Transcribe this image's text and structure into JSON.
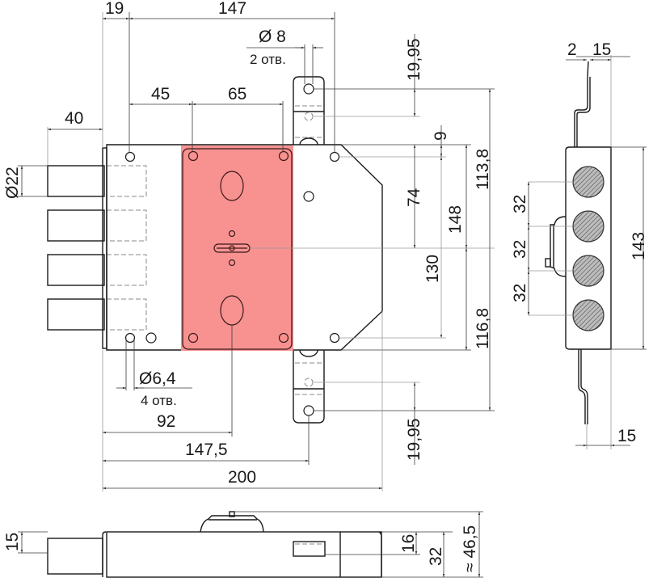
{
  "drawing": {
    "subject": "mortise-lock-dimension-drawing",
    "highlight_color": "#F79290",
    "line_color": "#1a1a1a"
  },
  "front_view": {
    "dimensions": {
      "top_19": "19",
      "top_147": "147",
      "bolt_40": "40",
      "hole_45": "45",
      "hole_65": "65",
      "bolt_dia": "Ø22",
      "strike_hole_dia": "Ø 8",
      "strike_hole_count": "2 отв.",
      "strike_19_95_top": "19,95",
      "strike_19_95_bottom": "19,95",
      "v_9": "9",
      "v_74": "74",
      "v_148": "148",
      "v_130": "130",
      "v_113_8": "113,8",
      "v_116_8": "116,8",
      "mount_hole_dia": "Ø6,4",
      "mount_hole_count": "4 отв.",
      "h_92": "92",
      "h_147_5": "147,5",
      "h_200": "200"
    }
  },
  "side_view": {
    "dimensions": {
      "thickness_2": "2",
      "depth_15_top": "15",
      "pitch_32_a": "32",
      "pitch_32_b": "32",
      "pitch_32_c": "32",
      "height_143": "143",
      "depth_15_bottom": "15"
    }
  },
  "bottom_view": {
    "dimensions": {
      "bolt_15": "15",
      "slot_16": "16",
      "case_32": "32",
      "overall_46_5": "≈ 46,5"
    }
  }
}
